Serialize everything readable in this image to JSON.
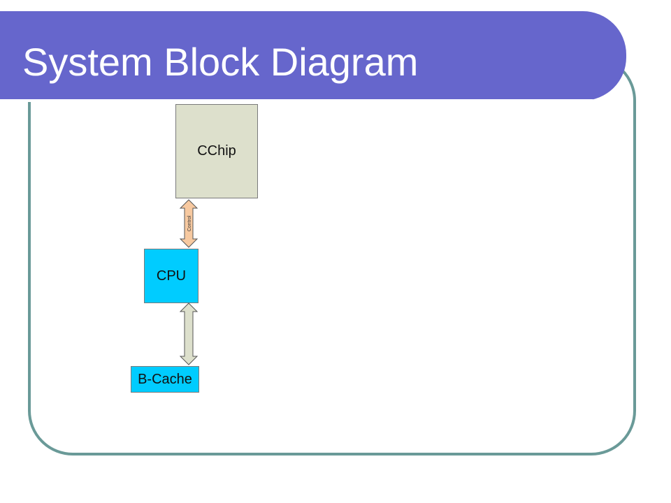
{
  "slide": {
    "title": "System Block Diagram",
    "colors": {
      "title_bar": "#6666cc",
      "frame_border": "#6a9a98",
      "cchip_fill": "#dde0cc",
      "cpu_fill": "#00ccff",
      "bcache_fill": "#00ccff",
      "control_arrow_fill": "#f7c9a0",
      "cache_arrow_fill": "#dde0cc"
    }
  },
  "diagram": {
    "blocks": {
      "cchip": "CChip",
      "cpu": "CPU",
      "bcache": "B-Cache"
    },
    "connections": {
      "cpu_cchip": {
        "label": "Control",
        "type": "bidirectional-arrow"
      },
      "cpu_bcache": {
        "label": "",
        "type": "bidirectional-arrow"
      }
    }
  }
}
